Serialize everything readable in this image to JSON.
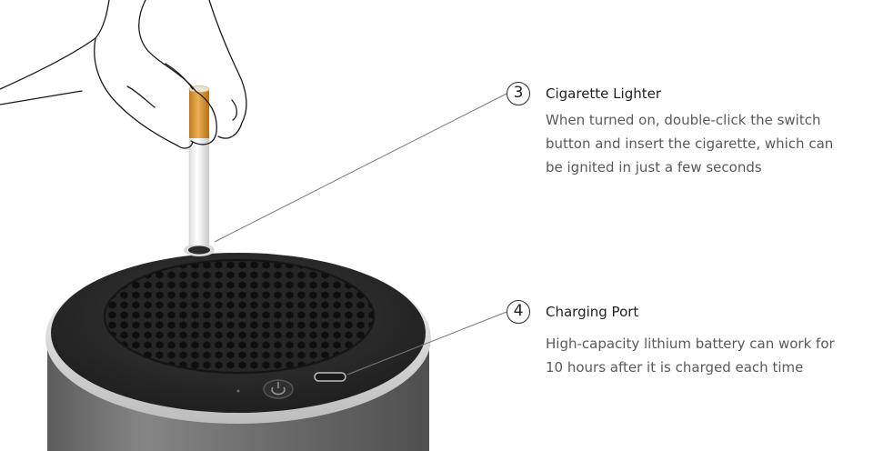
{
  "callouts": [
    {
      "number": "3",
      "title": "Cigarette Lighter",
      "lines": [
        "When turned on, double-click the switch",
        "button and insert the cigarette, which can",
        "be ignited in just a few seconds"
      ]
    },
    {
      "number": "4",
      "title": "Charging Port",
      "lines": [
        "High-capacity lithium battery can work for",
        "10 hours after it is charged each time"
      ]
    }
  ],
  "colors": {
    "body_gray": "#7b7b7b",
    "top_dark": "#2b2b2b",
    "cigarette_filter": "#d8922b",
    "text_dark": "#1f1f1f",
    "text_gray": "#5a5a5a"
  },
  "icons": [
    "hand-illustration",
    "cigarette",
    "power-button-icon",
    "charging-port-icon",
    "speaker-grille"
  ]
}
